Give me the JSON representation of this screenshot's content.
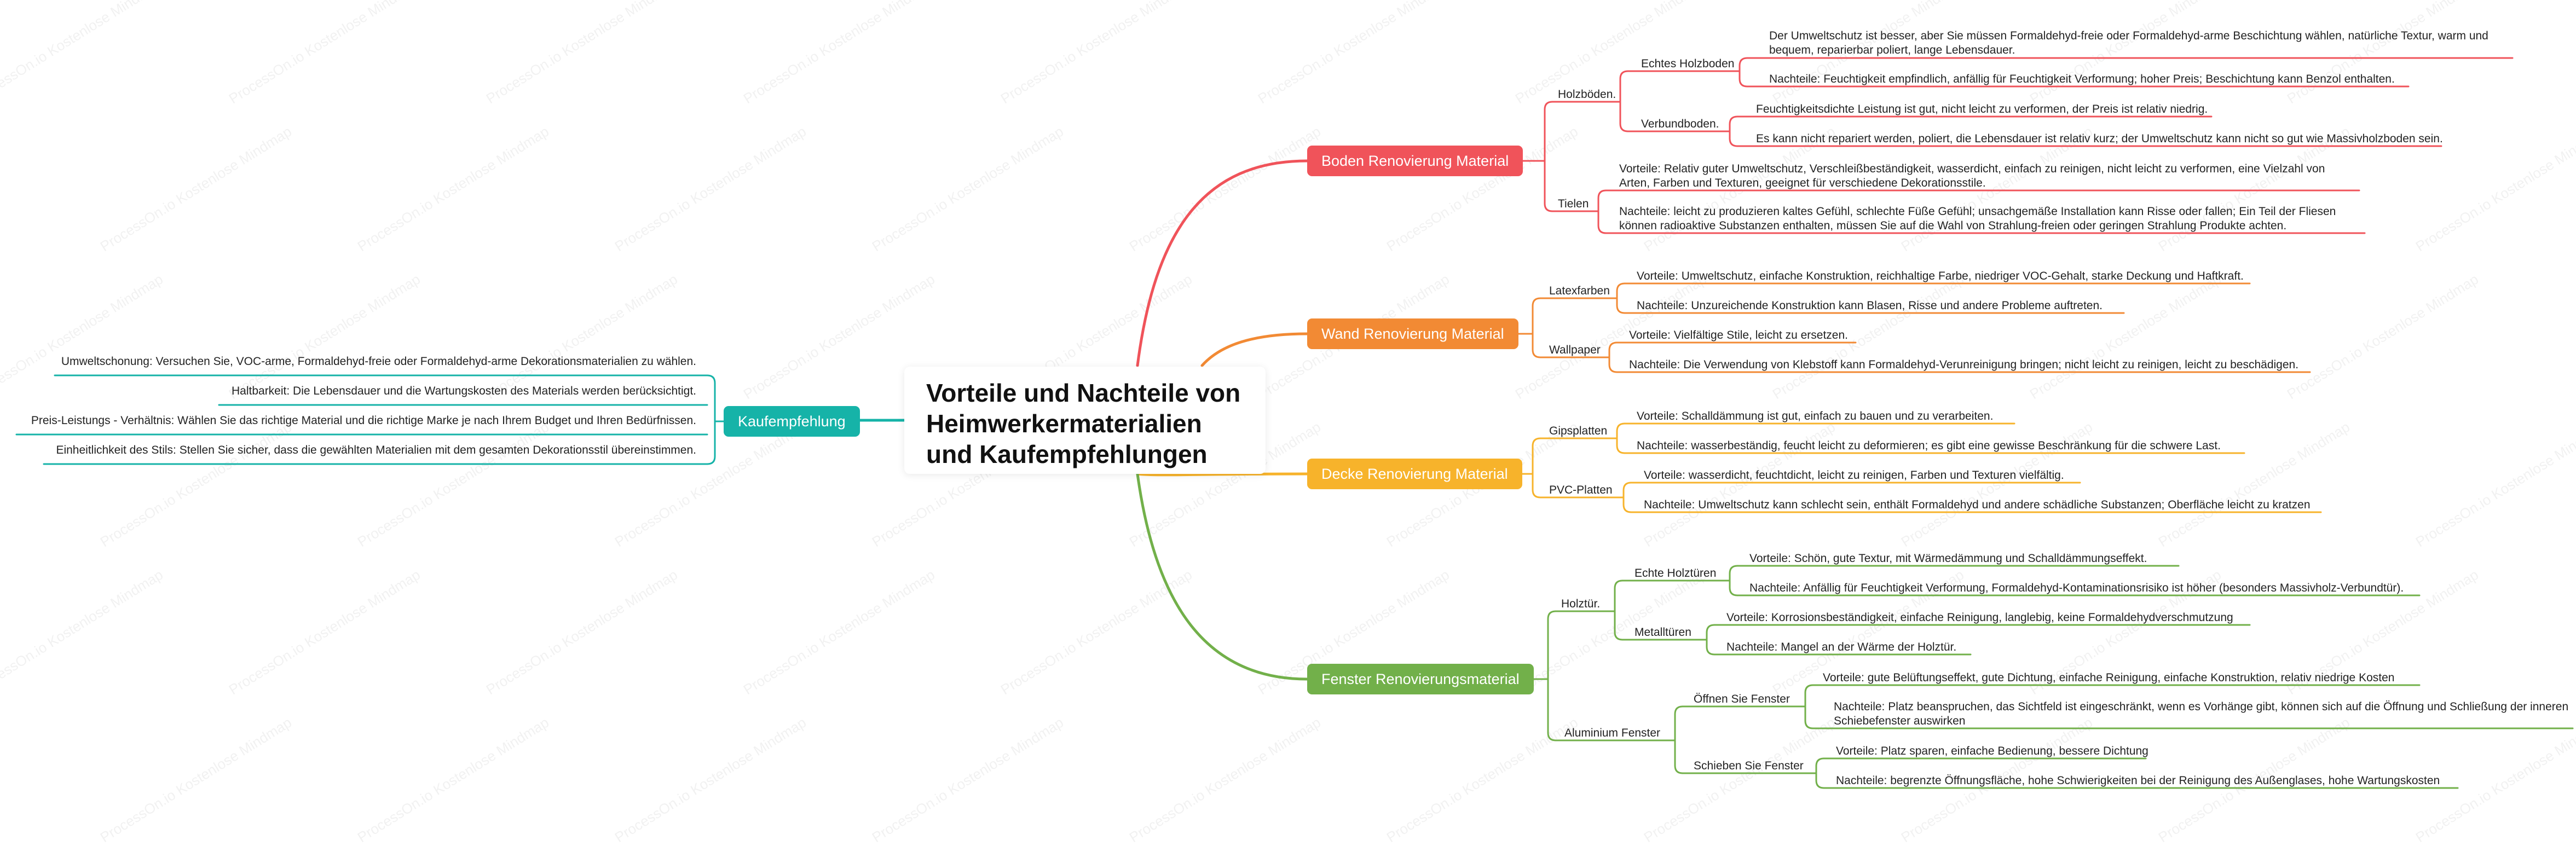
{
  "watermark": "ProcessOn.io Kostenlose Mindmap",
  "root": {
    "line1": "Vorteile und Nachteile von",
    "line2": "Heimwerkermaterialien",
    "line3": "und Kaufempfehlungen"
  },
  "colors": {
    "boden": "#f0535a",
    "wand": "#f28a34",
    "decke": "#f7b32b",
    "fenster": "#72b04a",
    "kauf": "#16b3a8"
  },
  "boden": {
    "title": "Boden Renovierung Material",
    "holz": {
      "label": "Holzböden.",
      "echt": {
        "label": "Echtes Holzboden",
        "pro": "Der Umweltschutz ist besser, aber Sie müssen Formaldehyd-freie oder Formaldehyd-arme Beschichtung wählen, natürliche Textur, warm und bequem, reparierbar poliert, lange Lebensdauer.",
        "con": "Nachteile: Feuchtigkeit empfindlich, anfällig für Feuchtigkeit Verformung; hoher Preis; Beschichtung kann Benzol enthalten."
      },
      "verbund": {
        "label": "Verbundboden.",
        "pro": "Feuchtigkeitsdichte Leistung ist gut, nicht leicht zu verformen, der Preis ist relativ niedrig.",
        "con": "Es kann nicht repariert werden, poliert, die Lebensdauer ist relativ kurz; der Umweltschutz kann nicht so gut wie Massivholzboden sein."
      }
    },
    "tielen": {
      "label": "Tielen",
      "pro": "Vorteile: Relativ guter Umweltschutz, Verschleißbeständigkeit, wasserdicht, einfach zu reinigen, nicht leicht zu verformen, eine Vielzahl von Arten, Farben und Texturen, geeignet für verschiedene Dekorationsstile.",
      "con": "Nachteile: leicht zu produzieren kaltes Gefühl, schlechte Füße Gefühl; unsachgemäße Installation kann Risse oder fallen; Ein Teil der Fliesen können radioaktive Substanzen enthalten, müssen Sie auf die Wahl von Strahlung-freien oder geringen Strahlung Produkte achten."
    }
  },
  "wand": {
    "title": "Wand Renovierung Material",
    "latex": {
      "label": "Latexfarben",
      "pro": "Vorteile: Umweltschutz, einfache Konstruktion, reichhaltige Farbe, niedriger VOC-Gehalt, starke Deckung und Haftkraft.",
      "con": "Nachteile: Unzureichende Konstruktion kann Blasen, Risse und andere Probleme auftreten."
    },
    "wallpaper": {
      "label": "Wallpaper",
      "pro": "Vorteile: Vielfältige Stile, leicht zu ersetzen.",
      "con": "Nachteile: Die Verwendung von Klebstoff kann Formaldehyd-Verunreinigung bringen; nicht leicht zu reinigen, leicht zu beschädigen."
    }
  },
  "decke": {
    "title": "Decke Renovierung Material",
    "gips": {
      "label": "Gipsplatten",
      "pro": "Vorteile: Schalldämmung ist gut, einfach zu bauen und zu verarbeiten.",
      "con": "Nachteile: wasserbeständig, feucht leicht zu deformieren; es gibt eine gewisse Beschränkung für die schwere Last."
    },
    "pvc": {
      "label": "PVC-Platten",
      "pro": "Vorteile: wasserdicht, feuchtdicht, leicht zu reinigen, Farben und Texturen vielfältig.",
      "con": "Nachteile: Umweltschutz kann schlecht sein, enthält Formaldehyd und andere schädliche Substanzen; Oberfläche leicht zu kratzen"
    }
  },
  "fenster": {
    "title": "Fenster Renovierungsmaterial",
    "holz": {
      "label": "Holztür.",
      "echt": {
        "label": "Echte Holztüren",
        "pro": "Vorteile: Schön, gute Textur, mit Wärmedämmung und Schalldämmungseffekt.",
        "con": "Nachteile: Anfällig für Feuchtigkeit Verformung, Formaldehyd-Kontaminationsrisiko ist höher (besonders Massivholz-Verbundtür)."
      },
      "metall": {
        "label": "Metalltüren",
        "pro": "Vorteile: Korrosionsbeständigkeit, einfache Reinigung, langlebig, keine Formaldehydverschmutzung",
        "con": "Nachteile: Mangel an der Wärme der Holztür."
      }
    },
    "alu": {
      "label": "Aluminium Fenster",
      "oeffnen": {
        "label": "Öffnen Sie Fenster",
        "pro": "Vorteile: gute Belüftungseffekt, gute Dichtung, einfache Reinigung, einfache Konstruktion, relativ niedrige Kosten",
        "con": "Nachteile: Platz beanspruchen, das Sichtfeld ist eingeschränkt, wenn es Vorhänge gibt, können sich auf die Öffnung und Schließung der inneren Schiebefenster auswirken"
      },
      "schieben": {
        "label": "Schieben Sie Fenster",
        "pro": "Vorteile: Platz sparen, einfache Bedienung, bessere Dichtung",
        "con": "Nachteile: begrenzte Öffnungsfläche, hohe Schwierigkeiten bei der Reinigung des Außenglases, hohe Wartungskosten"
      }
    }
  },
  "kauf": {
    "title": "Kaufempfehlung",
    "items": [
      "Umweltschonung: Versuchen Sie, VOC-arme, Formaldehyd-freie oder Formaldehyd-arme Dekorationsmaterialien zu wählen.",
      "Haltbarkeit: Die Lebensdauer und die Wartungskosten des Materials werden berücksichtigt.",
      "Preis-Leistungs - Verhältnis: Wählen Sie das richtige Material und die richtige Marke je nach Ihrem Budget und Ihren Bedürfnissen.",
      "Einheitlichkeit des Stils: Stellen Sie sicher, dass die gewählten Materialien mit dem gesamten Dekorationsstil übereinstimmen."
    ]
  }
}
